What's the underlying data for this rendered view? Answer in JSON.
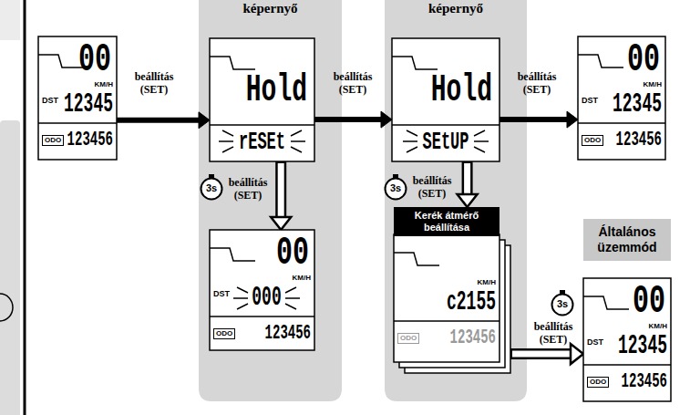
{
  "diagram": {
    "nodes": [
      {
        "text": [
          "00",
          "KM/H",
          "DST",
          "12345",
          "ODO",
          "123456"
        ]
      },
      {
        "text": [
          "képernyő"
        ]
      },
      {
        "text": [
          "Hold",
          "rESEt"
        ],
        "in": 1
      },
      {
        "text": [
          "00",
          "KM/H",
          "DST",
          "000",
          "ODO",
          "123456"
        ],
        "in": 1
      },
      {
        "text": [
          "képernyő"
        ]
      },
      {
        "text": [
          "Hold",
          "SEtUP"
        ],
        "in": 4
      },
      {
        "text": [
          "Kerék átmérő beállítása",
          "KM/H",
          "c2155",
          "ODO",
          "123456"
        ],
        "in": 4
      },
      {
        "text": [
          "00",
          "KM/H",
          "DST",
          "12345",
          "ODO",
          "123456"
        ]
      },
      {
        "text": [
          "Általános üzemmód",
          "00",
          "KM/H",
          "DST",
          "12345",
          "ODO",
          "123456"
        ]
      }
    ],
    "edges": [
      {
        "from": 0,
        "to": 2,
        "arrow": "to",
        "label": "beállítás (SET)"
      },
      {
        "from": 2,
        "to": 3,
        "arrow": "to",
        "label": "beállítás (SET)"
      },
      {
        "from": 2,
        "to": 5,
        "arrow": "to",
        "label": "beállítás (SET)"
      },
      {
        "from": 5,
        "to": 6,
        "arrow": "to",
        "label": "beállítás (SET)"
      },
      {
        "from": 5,
        "to": 7,
        "arrow": "to",
        "label": "beállítás (SET)"
      },
      {
        "from": 6,
        "to": 8,
        "arrow": "to",
        "label": "beállítás (SET)"
      }
    ],
    "labels": [
      "3s",
      "3s",
      "3s"
    ]
  }
}
